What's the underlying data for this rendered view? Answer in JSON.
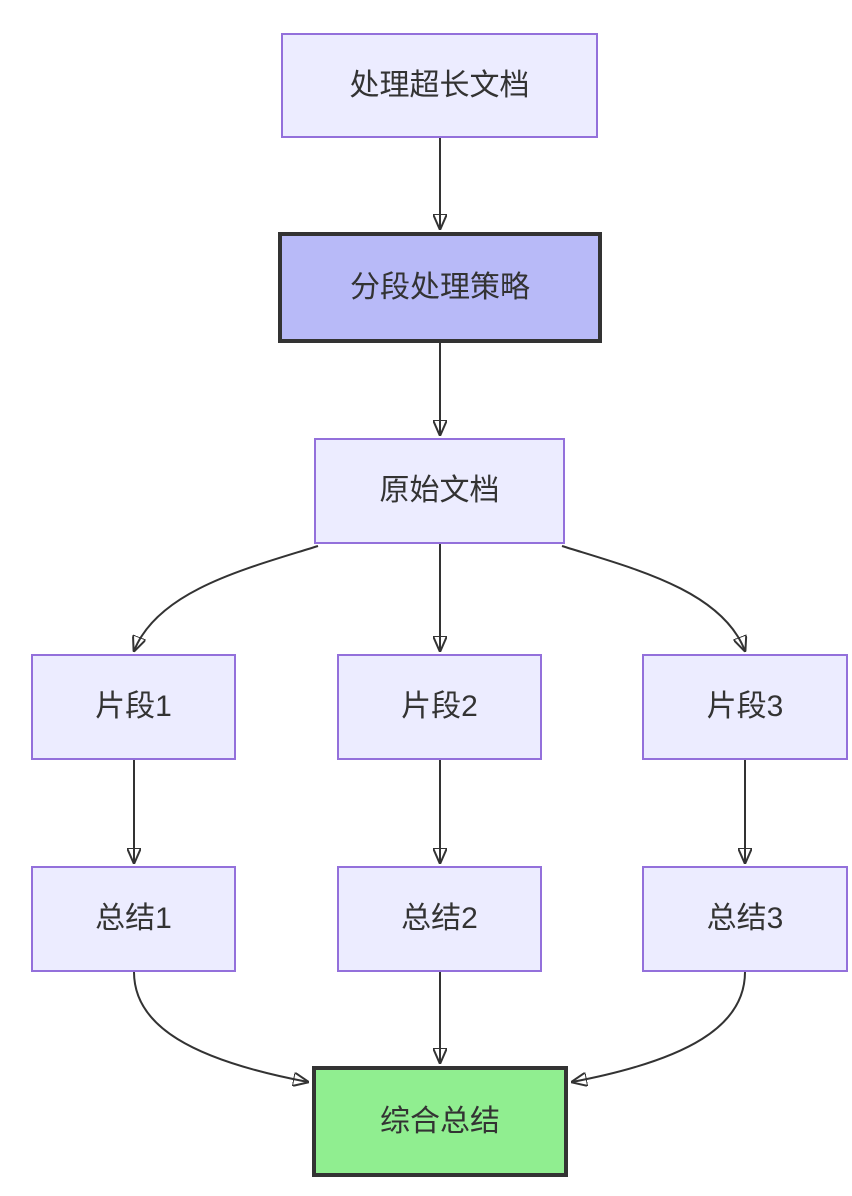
{
  "diagram": {
    "type": "flowchart",
    "direction": "top-down",
    "background": "#ffffff",
    "colors": {
      "node_fill": "#ECECFF",
      "node_border": "#9370DB",
      "emphasis_fill": "#B8BAF8",
      "emphasis_border": "#333333",
      "success_fill": "#90EE90",
      "success_border": "#333333",
      "edge_stroke": "#333333",
      "text": "#333333"
    },
    "nodes": {
      "process_long_doc": {
        "label": "处理超长文档",
        "style": "default"
      },
      "segment_strategy": {
        "label": "分段处理策略",
        "style": "emphasis"
      },
      "original_doc": {
        "label": "原始文档",
        "style": "default"
      },
      "fragment1": {
        "label": "片段1",
        "style": "default"
      },
      "fragment2": {
        "label": "片段2",
        "style": "default"
      },
      "fragment3": {
        "label": "片段3",
        "style": "default"
      },
      "summary1": {
        "label": "总结1",
        "style": "default"
      },
      "summary2": {
        "label": "总结2",
        "style": "default"
      },
      "summary3": {
        "label": "总结3",
        "style": "default"
      },
      "final_summary": {
        "label": "综合总结",
        "style": "success"
      }
    },
    "edges": [
      {
        "from": "process_long_doc",
        "to": "segment_strategy",
        "arrow": "solid"
      },
      {
        "from": "segment_strategy",
        "to": "original_doc",
        "arrow": "solid"
      },
      {
        "from": "original_doc",
        "to": "fragment1",
        "arrow": "solid"
      },
      {
        "from": "original_doc",
        "to": "fragment2",
        "arrow": "solid"
      },
      {
        "from": "original_doc",
        "to": "fragment3",
        "arrow": "solid"
      },
      {
        "from": "fragment1",
        "to": "summary1",
        "arrow": "solid"
      },
      {
        "from": "fragment2",
        "to": "summary2",
        "arrow": "solid"
      },
      {
        "from": "fragment3",
        "to": "summary3",
        "arrow": "solid"
      },
      {
        "from": "summary1",
        "to": "final_summary",
        "arrow": "solid"
      },
      {
        "from": "summary2",
        "to": "final_summary",
        "arrow": "solid"
      },
      {
        "from": "summary3",
        "to": "final_summary",
        "arrow": "solid"
      }
    ]
  }
}
